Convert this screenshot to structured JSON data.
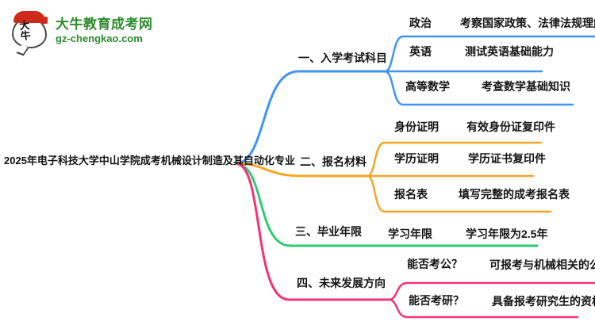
{
  "logo": {
    "mark_text": "大牛",
    "title": "大牛教育成考网",
    "domain": "gz-chengkao.com",
    "brand_green": "#2e8b2f",
    "brand_red": "#cf2a1b"
  },
  "root": {
    "title": "2025年电子科技大学中山学院成考机械设计制造及其自动化专业"
  },
  "branches": [
    {
      "label": "一、入学考试科目",
      "color": "#3e96f0",
      "children": [
        {
          "label": "政治",
          "desc": "考察国家政策、法律法规理解"
        },
        {
          "label": "英语",
          "desc": "测试英语基础能力"
        },
        {
          "label": "高等数学",
          "desc": "考查数学基础知识"
        }
      ]
    },
    {
      "label": "二、报名材料",
      "color": "#f5a623",
      "children": [
        {
          "label": "身份证明",
          "desc": "有效身份证复印件"
        },
        {
          "label": "学历证明",
          "desc": "学历证书复印件"
        },
        {
          "label": "报名表",
          "desc": "填写完整的成考报名表"
        }
      ]
    },
    {
      "label": "三、毕业年限",
      "color": "#2ecc71",
      "children": [
        {
          "label": "学习年限",
          "desc": "学习年限为2.5年"
        }
      ]
    },
    {
      "label": "四、未来发展方向",
      "color": "#f2337a",
      "children": [
        {
          "label": "能否考公？",
          "desc": "可报考与机械相关的公务员"
        },
        {
          "label": "能否考研？",
          "desc": "具备报考研究生的资格"
        }
      ]
    }
  ]
}
